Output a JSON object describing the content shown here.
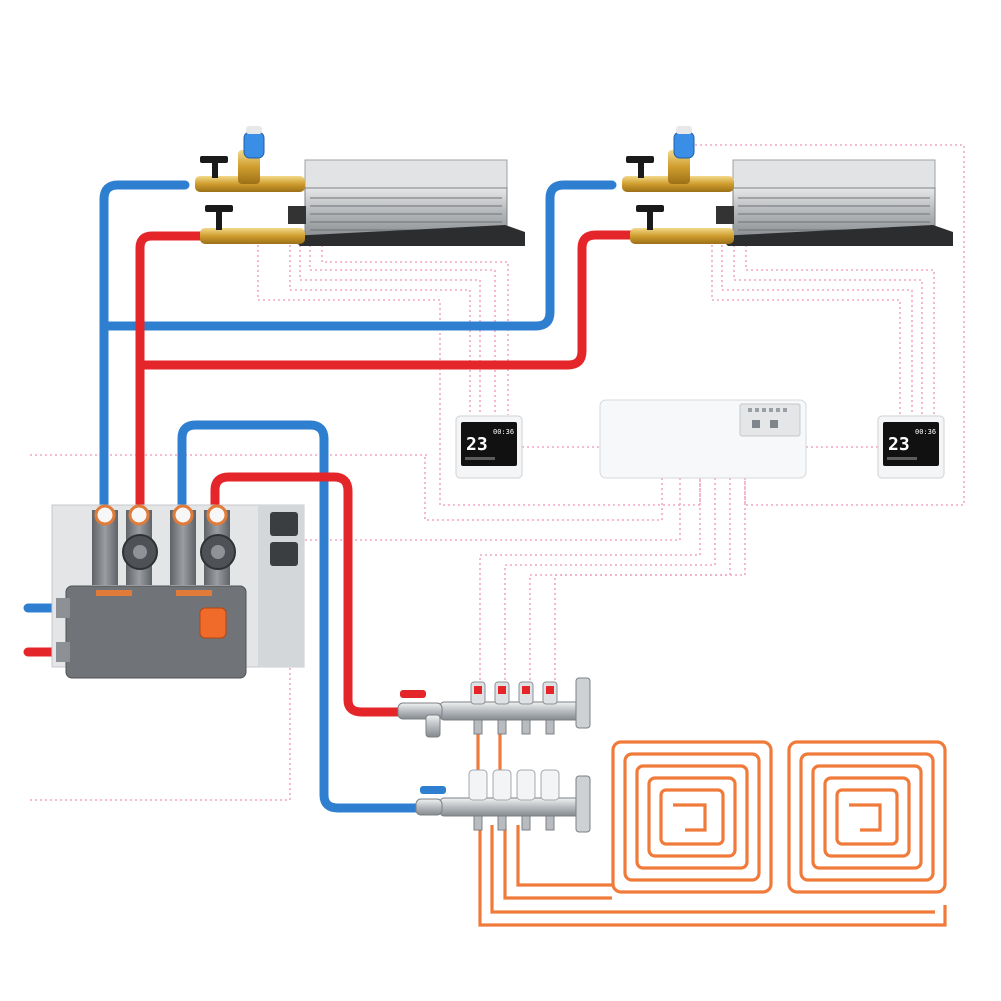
{
  "colors": {
    "supply_pipe": "#e4262b",
    "return_pipe": "#2f7fd1",
    "signal_wire": "#f2a6c8",
    "floor_loop": "#f07a3a",
    "fan_coil_body": "#c9cbcd",
    "thermostat_screen": "#111111",
    "valve_brass": "#d2a33a",
    "valve_handle": "#1a1a1a",
    "actuator_blue": "#3a8ee6",
    "pump_body": "#7d8185",
    "controller_body": "#f7f8f9"
  },
  "icons": {
    "fan_coil": "fan-coil-unit-icon",
    "thermostat": "room-thermostat-icon",
    "controller": "wiring-center-icon",
    "pump_group": "mixing-pump-station-icon",
    "manifold": "underfloor-manifold-icon",
    "valve": "ball-valve-icon"
  },
  "thermostats": [
    {
      "temperature": "23",
      "clock": "00:36"
    },
    {
      "temperature": "23",
      "clock": "00:36"
    }
  ]
}
